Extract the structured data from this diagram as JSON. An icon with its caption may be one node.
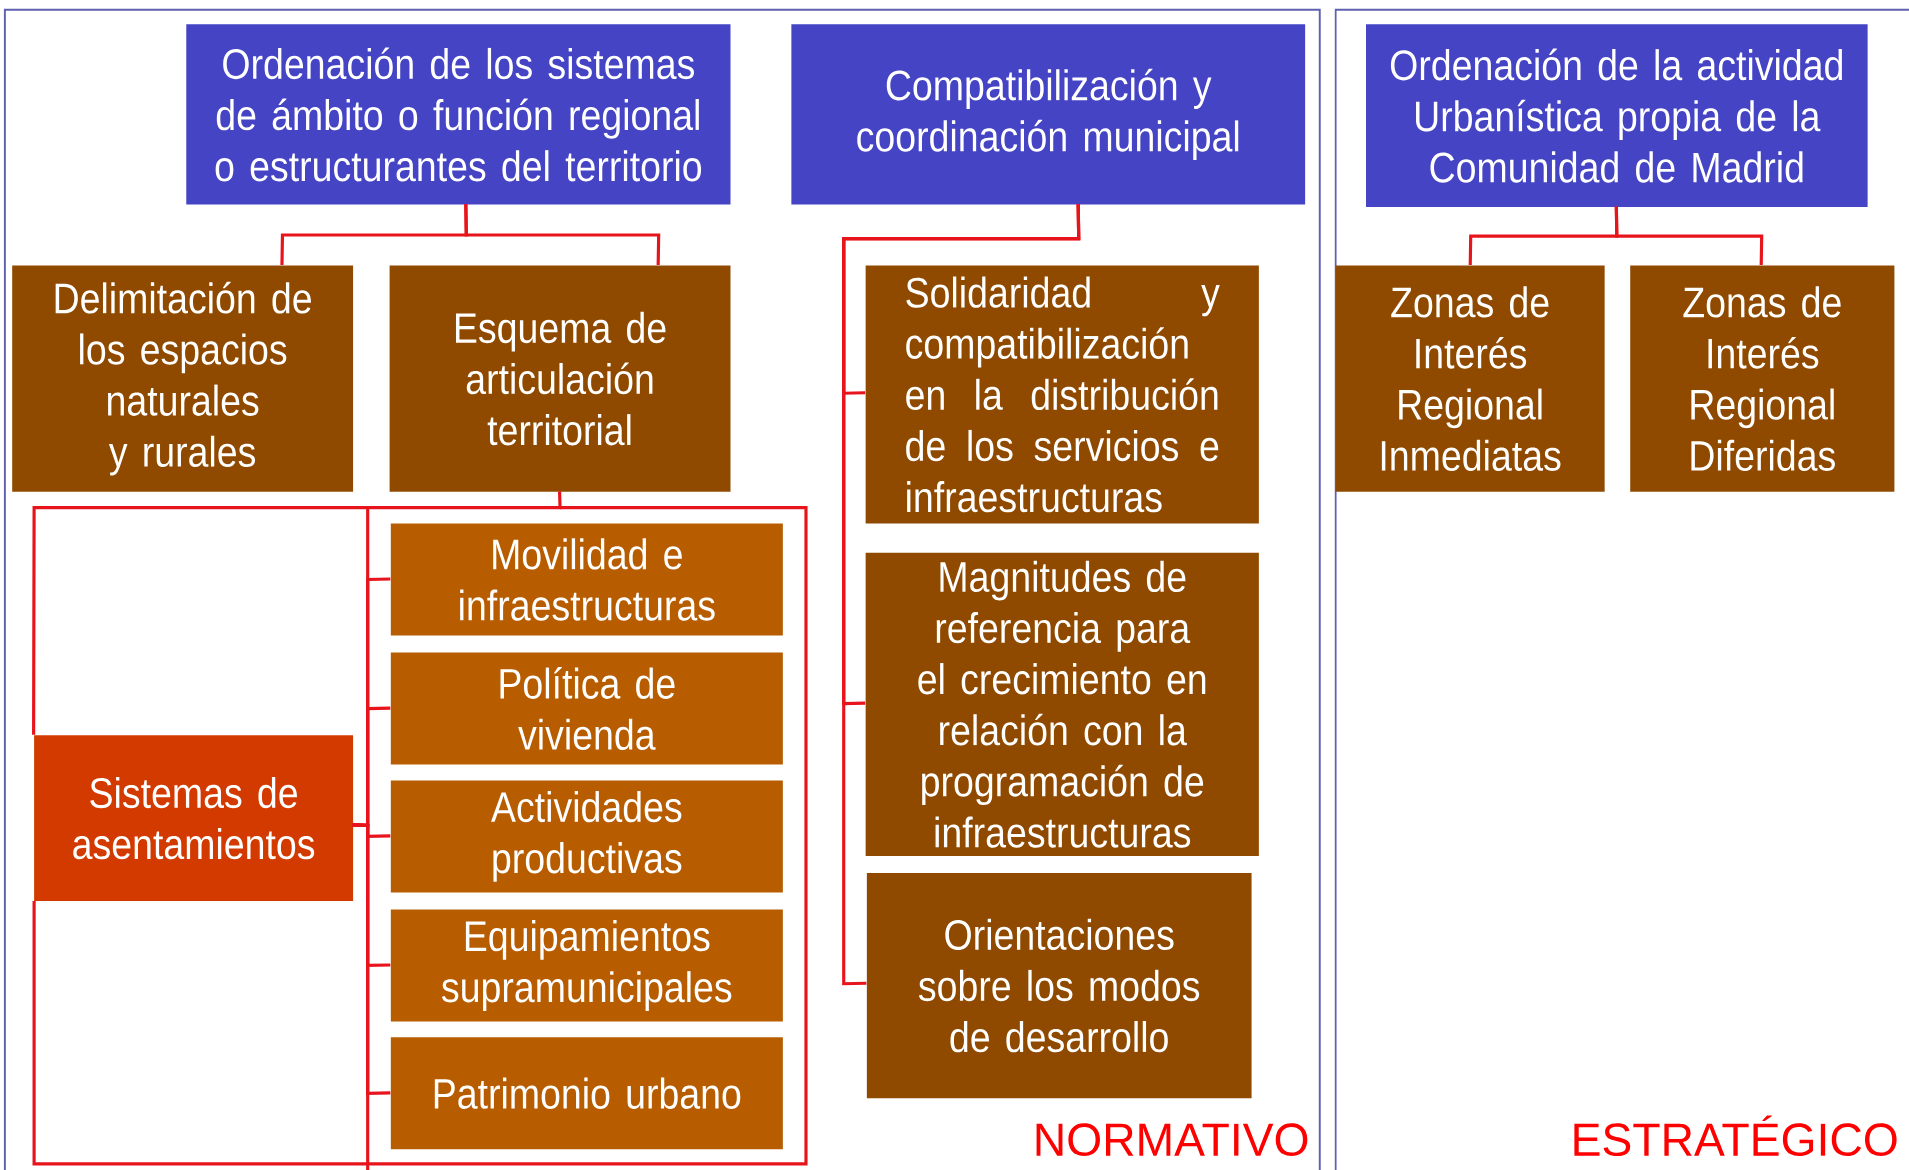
{
  "diagram": {
    "nodes": [
      {
        "text": [
          "NORMATIVO"
        ]
      },
      {
        "text": [
          "Ordenación de los sistemas de ámbito o función regional o estructurantes del territorio"
        ],
        "in": 0
      },
      {
        "text": [
          "Compatibilización y coordinación municipal"
        ],
        "in": 0
      },
      {
        "text": [
          "Delimitación de los espacios naturales y rurales"
        ],
        "in": 0
      },
      {
        "text": [
          "Esquema de articulación territorial"
        ],
        "in": 0
      },
      {
        "text": [
          "Solidaridad y compatibilización en la distribución de los servicios e infraestructuras"
        ],
        "in": 0
      },
      {
        "text": [
          "Movilidad e infraestructuras"
        ],
        "in": 0
      },
      {
        "text": [
          "Política de vivienda"
        ],
        "in": 0
      },
      {
        "text": [
          "Actividades productivas"
        ],
        "in": 0
      },
      {
        "text": [
          "Equipamientos supramunicipales"
        ],
        "in": 0
      },
      {
        "text": [
          "Patrimonio urbano"
        ],
        "in": 0
      },
      {
        "text": [
          "Sistemas de asentamientos"
        ],
        "in": 0
      },
      {
        "text": [
          "Magnitudes de referencia para el crecimiento en relación con la programación de infraestructuras"
        ],
        "in": 0
      },
      {
        "text": [
          "Orientaciones sobre los modos de desarrollo"
        ],
        "in": 0
      },
      {
        "text": [
          "ESTRATÉGICO"
        ]
      },
      {
        "text": [
          "Ordenación de la actividad Urbanística propia de la Comunidad de Madrid"
        ],
        "in": 14
      },
      {
        "text": [
          "Zonas de Interés Regional Inmediatas"
        ],
        "in": 14
      },
      {
        "text": [
          "Zonas de Interés Regional Diferidas"
        ],
        "in": 14
      }
    ],
    "edges": [
      {
        "from": 1,
        "to": 3,
        "arrow": "none"
      },
      {
        "from": 1,
        "to": 4,
        "arrow": "none"
      },
      {
        "from": 2,
        "to": 5,
        "arrow": "none"
      },
      {
        "from": 2,
        "to": 12,
        "arrow": "none"
      },
      {
        "from": 2,
        "to": 13,
        "arrow": "none"
      },
      {
        "from": 4,
        "to": 11,
        "arrow": "none"
      },
      {
        "from": 11,
        "to": 6,
        "arrow": "none"
      },
      {
        "from": 11,
        "to": 7,
        "arrow": "none"
      },
      {
        "from": 11,
        "to": 8,
        "arrow": "none"
      },
      {
        "from": 11,
        "to": 9,
        "arrow": "none"
      },
      {
        "from": 11,
        "to": 10,
        "arrow": "none"
      },
      {
        "from": 15,
        "to": 16,
        "arrow": "none"
      },
      {
        "from": 15,
        "to": 17,
        "arrow": "none"
      }
    ]
  }
}
